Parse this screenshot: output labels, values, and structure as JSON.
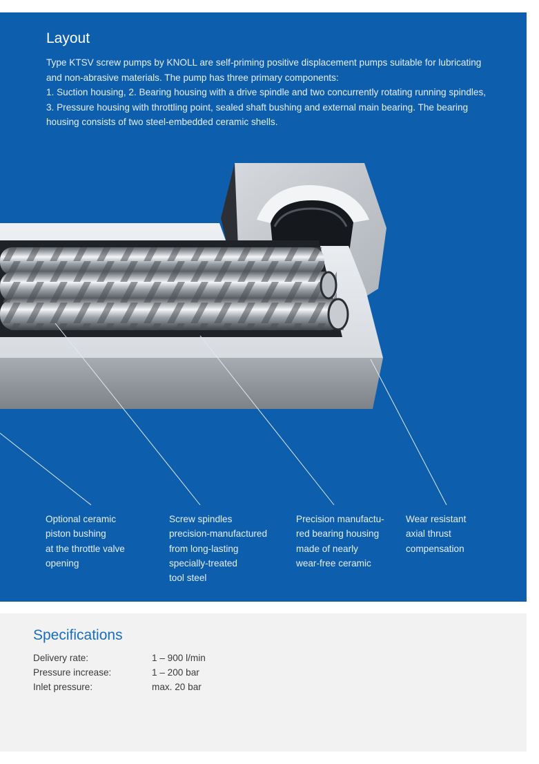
{
  "layout": {
    "title": "Layout",
    "paragraph_lines": [
      "Type KTSV screw pumps by KNOLL are self-priming positive displacement pumps suitable for lubricating",
      "and non-abrasive materials. The pump has three primary components:",
      "1. Suction housing, 2. Bearing housing with a drive spindle and two concurrently rotating running spindles,",
      "3. Pressure housing with throttling point, sealed shaft bushing and external main bearing. The bearing",
      "housing consists of two steel-embedded ceramic shells."
    ]
  },
  "callouts": [
    {
      "lines": [
        "Optional ceramic",
        "piston bushing",
        "at the throttle valve",
        "opening"
      ]
    },
    {
      "lines": [
        "Screw spindles",
        "precision-manufactured",
        "from long-lasting",
        "specially-treated",
        "tool steel"
      ]
    },
    {
      "lines": [
        "Precision manufactu-",
        "red bearing housing",
        "made of nearly",
        "wear-free ceramic"
      ]
    },
    {
      "lines": [
        "Wear resistant",
        "axial thrust",
        "compensation"
      ]
    }
  ],
  "specifications": {
    "title": "Specifications",
    "rows": [
      {
        "label": "Delivery rate:",
        "value": "1 – 900 l/min"
      },
      {
        "label": "Pressure increase:",
        "value": "1 – 200 bar"
      },
      {
        "label": "Inlet pressure:",
        "value": "max. 20 bar"
      }
    ]
  },
  "colors": {
    "panel_blue": "#0d5fae",
    "spec_title_blue": "#1a6cc0",
    "spec_background": "#f2f2f2"
  }
}
